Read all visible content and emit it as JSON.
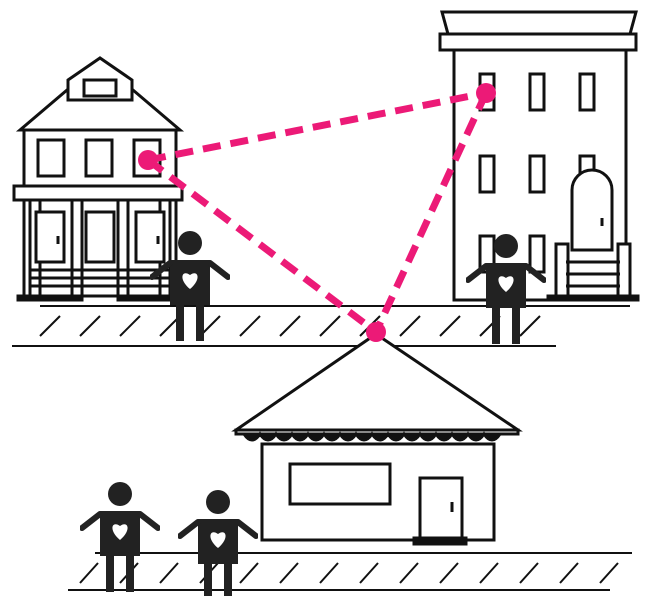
{
  "colors": {
    "ink": "#111111",
    "figure": "#222222",
    "accent": "#ec1a77",
    "background": "#ffffff"
  },
  "icons": {
    "people": "person-with-heart-icon",
    "buildings": [
      "house-icon",
      "apartment-building-icon",
      "shop-icon"
    ],
    "nodes": "network-node-dot"
  },
  "diagram": {
    "nodes": [
      "house-node",
      "apartment-node",
      "shop-node"
    ],
    "links": [
      [
        "house-node",
        "apartment-node"
      ],
      [
        "house-node",
        "shop-node"
      ],
      [
        "apartment-node",
        "shop-node"
      ]
    ],
    "link_style": "dashed",
    "people_count": 4
  }
}
